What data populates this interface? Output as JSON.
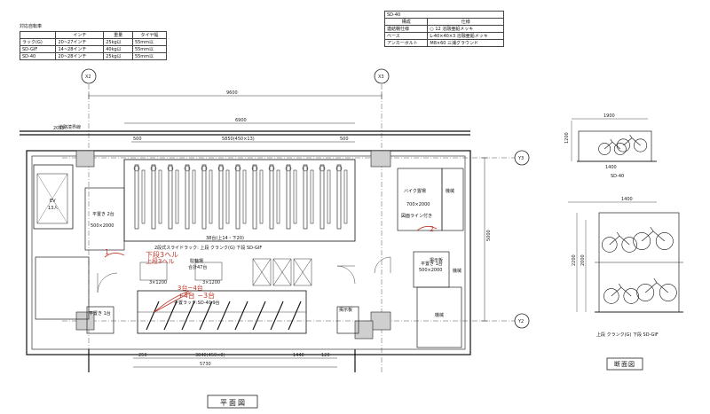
{
  "spec_table": {
    "title": "対応自転車",
    "headers": [
      "",
      "インチ",
      "重量",
      "タイヤ幅"
    ],
    "rows": [
      [
        "ラック(G)",
        "20~27インチ",
        "25kg以",
        "55mm以"
      ],
      [
        "SD-GIF",
        "14~28インチ",
        "40kg以",
        "55mm以"
      ],
      [
        "SD-40",
        "20~28インチ",
        "25kg以",
        "55mm以"
      ]
    ]
  },
  "legend_table": {
    "header": "SD-40",
    "cols": [
      "構成",
      "仕様"
    ],
    "rows": [
      [
        "連結棚仕様",
        "○ 12 溶融亜鉛メッキ"
      ],
      [
        "ベース",
        "L-40×40×3 溶融亜鉛メッキ"
      ],
      [
        "アンカーボルト",
        "M8×60 三浦グラウンド"
      ]
    ]
  },
  "plan": {
    "grid_x2": "X2",
    "grid_x3": "X3",
    "grid_y3": "Y3",
    "grid_y2": "Y2",
    "dim_total": "9600",
    "dim_inner": "6900",
    "dim_rack_top": "5850(450×13)",
    "dim_500_l": "500",
    "dim_500_r": "500",
    "dim_left": "2055",
    "dim_height": "5000",
    "dim_bottom_rack": "3840(450×8)",
    "dim_bottom_total": "5730",
    "dim_bottom_l": "250",
    "dim_bottom_r": "1440",
    "dim_bottom_120": "120",
    "ev_label": "EV",
    "ev_sub": "13人",
    "upper_rack_label": "38台(上14・下20)",
    "upper_rack_note": "2段式スライドラック: 上段 クランク(G) 下段 SD-GIF",
    "lower_rack_label": "平置ラック:SD-40  9台",
    "middle_label": "駐輪場",
    "middle_sub": "合計47台",
    "left_room": "平置き 2台",
    "left_room_dim": "500×2000",
    "right_room": "バイク置場",
    "right_room_dim": "700×2000",
    "right_room_sub": "図面ライン付き",
    "right_machine": "機械",
    "right_machine_2": "機械",
    "right_machine_3": "機械",
    "lower_right_box": "平置き 1台",
    "lower_right_dim": "500×2000",
    "lower_left_box": "平置き 1台",
    "sign_left": "掲示板",
    "sign_right": "掲示板",
    "corridor": "道路境界線",
    "dim_small_1": "3×1200",
    "dim_small_2": "3×1200",
    "hw1": "下段3ヘル",
    "hw2": "上段3ヘル",
    "hw3": "+4台 ~3台",
    "hw4": "3台~4台",
    "hw5": "1",
    "hw6": "2",
    "title": "平面図"
  },
  "section": {
    "top_caption": "SD-40",
    "top_dim_h": "1200",
    "top_dim_w1": "1400",
    "top_dim_w2": "1900",
    "bottom_dim_w": "1400",
    "bottom_dim_h1": "2000",
    "bottom_dim_h2": "2200",
    "bottom_caption": "上段 クランク(G) 下段 SD-GIF",
    "title": "断面図"
  }
}
